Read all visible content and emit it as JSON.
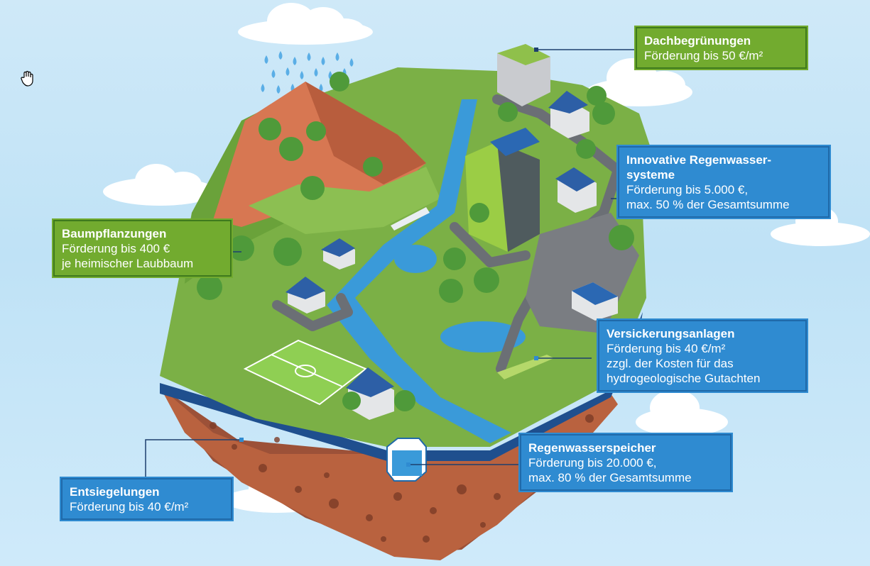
{
  "labels": {
    "dachbegruenungen": {
      "title": "Dachbegrünungen",
      "lines": [
        "Förderung bis 50 €/m²"
      ]
    },
    "regenwassersysteme": {
      "title_line1": "Innovative Regenwasser-",
      "title_line2": "systeme",
      "lines": [
        "Förderung bis 5.000 €,",
        "max. 50 % der Gesamtsumme"
      ]
    },
    "baumpflanzungen": {
      "title": "Baumpflanzungen",
      "lines": [
        "Förderung bis 400 €",
        "je heimischer Laubbaum"
      ]
    },
    "versickerungsanlagen": {
      "title": "Versickerungsanlagen",
      "lines": [
        "Förderung bis 40 €/m²",
        "zzgl. der Kosten für das",
        "hydrogeologische Gutachten"
      ]
    },
    "regenwasserspeicher": {
      "title": "Regenwasserspeicher",
      "lines": [
        "Förderung bis 20.000 €,",
        "max. 80 % der Gesamtsumme"
      ]
    },
    "entsiegelungen": {
      "title": "Entsiegelungen",
      "lines": [
        "Förderung bis 40 €/m²"
      ]
    }
  },
  "colors": {
    "sky": "#c4e4f7",
    "grass": "#7bb046",
    "grass_dark": "#5f9a36",
    "water": "#3a9ad9",
    "soil": "#c46a4a",
    "soil_dark": "#8f4a34",
    "label_green": "#72ab2f",
    "label_blue": "#2f8bd1"
  }
}
